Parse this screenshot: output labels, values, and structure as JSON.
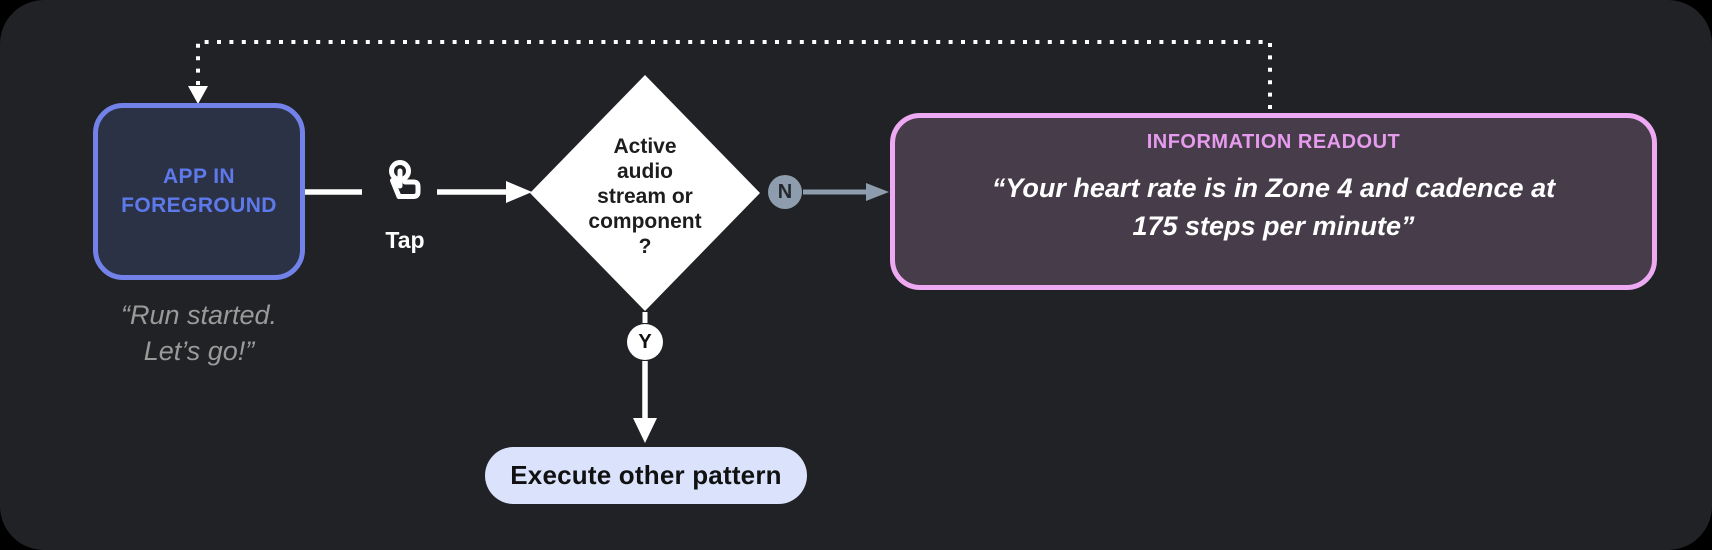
{
  "colors": {
    "page_bg": "#000000",
    "panel_bg": "#212225",
    "app_border": "#7282e8",
    "app_fill": "#2b3246",
    "app_text": "#5d79ea",
    "caption_text": "#9a9a9a",
    "white": "#ffffff",
    "diamond_text": "#1d1d1d",
    "slate": "#8d9dad",
    "slate_text": "#24282c",
    "readout_border": "#eda9f2",
    "readout_fill": "#473d4a",
    "readout_title": "#e79bee",
    "pill_fill": "#dbe3fc",
    "pill_text": "#111111"
  },
  "diagram": {
    "app_node": {
      "label": "APP IN\nFOREGROUND",
      "caption": "“Run started.\nLet’s go!”"
    },
    "trigger": {
      "label": "Tap",
      "icon": "tap-gesture-icon"
    },
    "decision": {
      "question": "Active\naudio\nstream or\ncomponent\n?"
    },
    "no_branch": {
      "label": "N"
    },
    "yes_branch": {
      "label": "Y"
    },
    "readout": {
      "title": "INFORMATION READOUT",
      "quote": "“Your heart rate is in Zone 4 and cadence at\n175 steps per minute”"
    },
    "fallback": {
      "label": "Execute other pattern"
    },
    "edges": [
      {
        "from": "app-in-foreground",
        "to": "decision",
        "trigger": "Tap",
        "style": "solid"
      },
      {
        "from": "decision",
        "to": "information-readout",
        "condition": "N",
        "style": "solid"
      },
      {
        "from": "decision",
        "to": "execute-other-pattern",
        "condition": "Y",
        "style": "solid"
      },
      {
        "from": "information-readout",
        "to": "app-in-foreground",
        "style": "dotted"
      }
    ]
  }
}
